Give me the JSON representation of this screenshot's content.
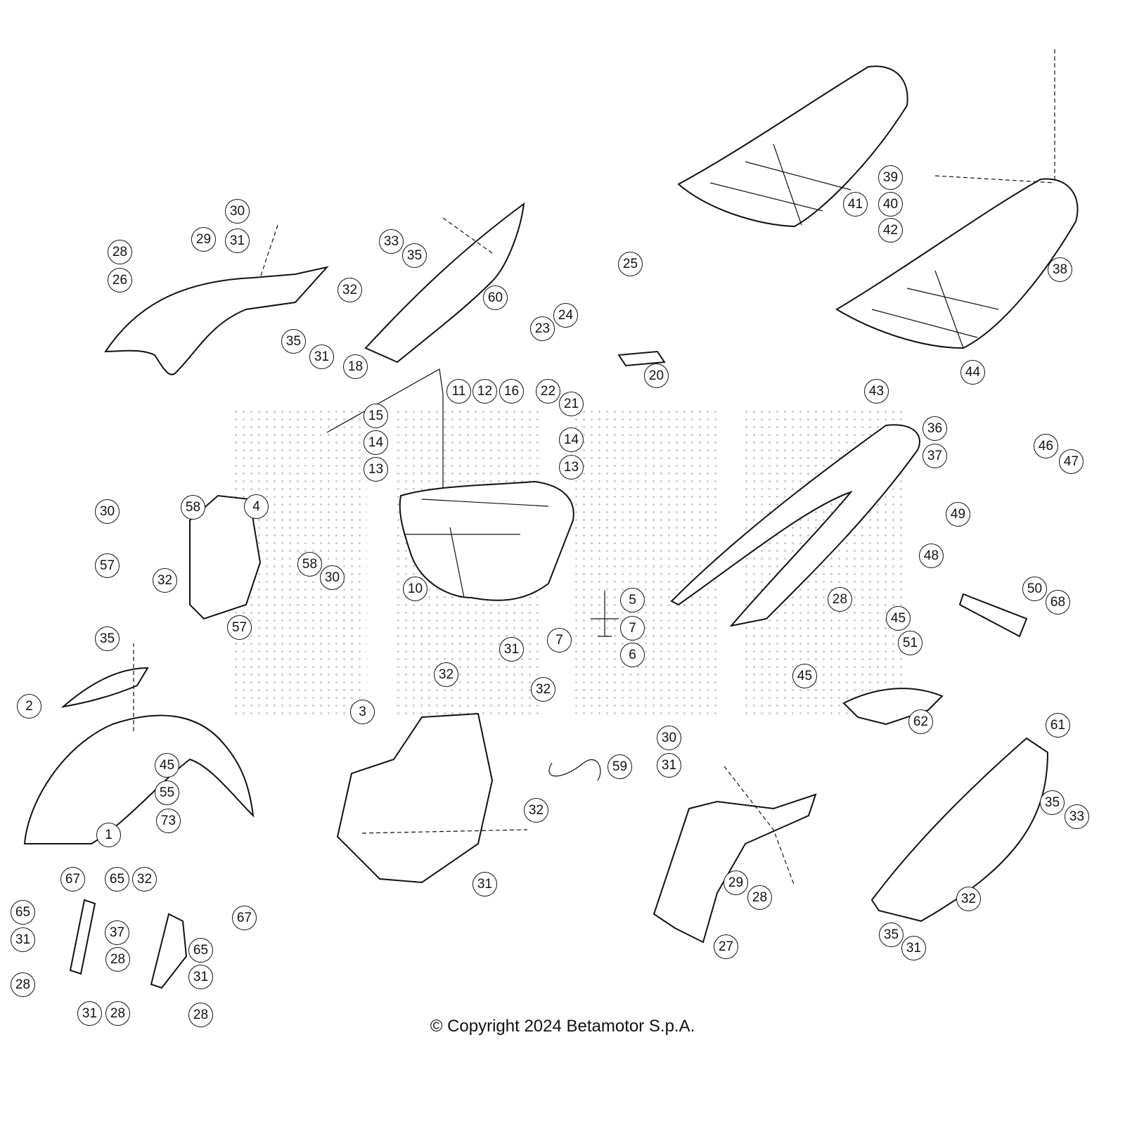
{
  "callouts": [
    "30",
    "31",
    "28",
    "29",
    "26",
    "32",
    "35",
    "31",
    "33",
    "35",
    "60",
    "41",
    "39",
    "40",
    "42",
    "38",
    "25",
    "24",
    "23",
    "20",
    "22",
    "21",
    "43",
    "44",
    "18",
    "11",
    "12",
    "16",
    "15",
    "14",
    "13",
    "14",
    "13",
    "36",
    "37",
    "46",
    "47",
    "49",
    "48",
    "50",
    "68",
    "51",
    "28",
    "45",
    "45",
    "62",
    "30",
    "58",
    "4",
    "57",
    "58",
    "30",
    "57",
    "10",
    "5",
    "7",
    "7",
    "6",
    "32",
    "35",
    "2",
    "31",
    "32",
    "32",
    "3",
    "59",
    "45",
    "55",
    "1",
    "73",
    "32",
    "65",
    "67",
    "65",
    "37",
    "67",
    "65",
    "31",
    "28",
    "31",
    "28",
    "31",
    "28",
    "28",
    "32",
    "31",
    "30",
    "31",
    "61",
    "35",
    "33",
    "29",
    "28",
    "27",
    "32",
    "35",
    "31"
  ],
  "copyright": "© Copyright 2024 Betamotor S.p.A."
}
